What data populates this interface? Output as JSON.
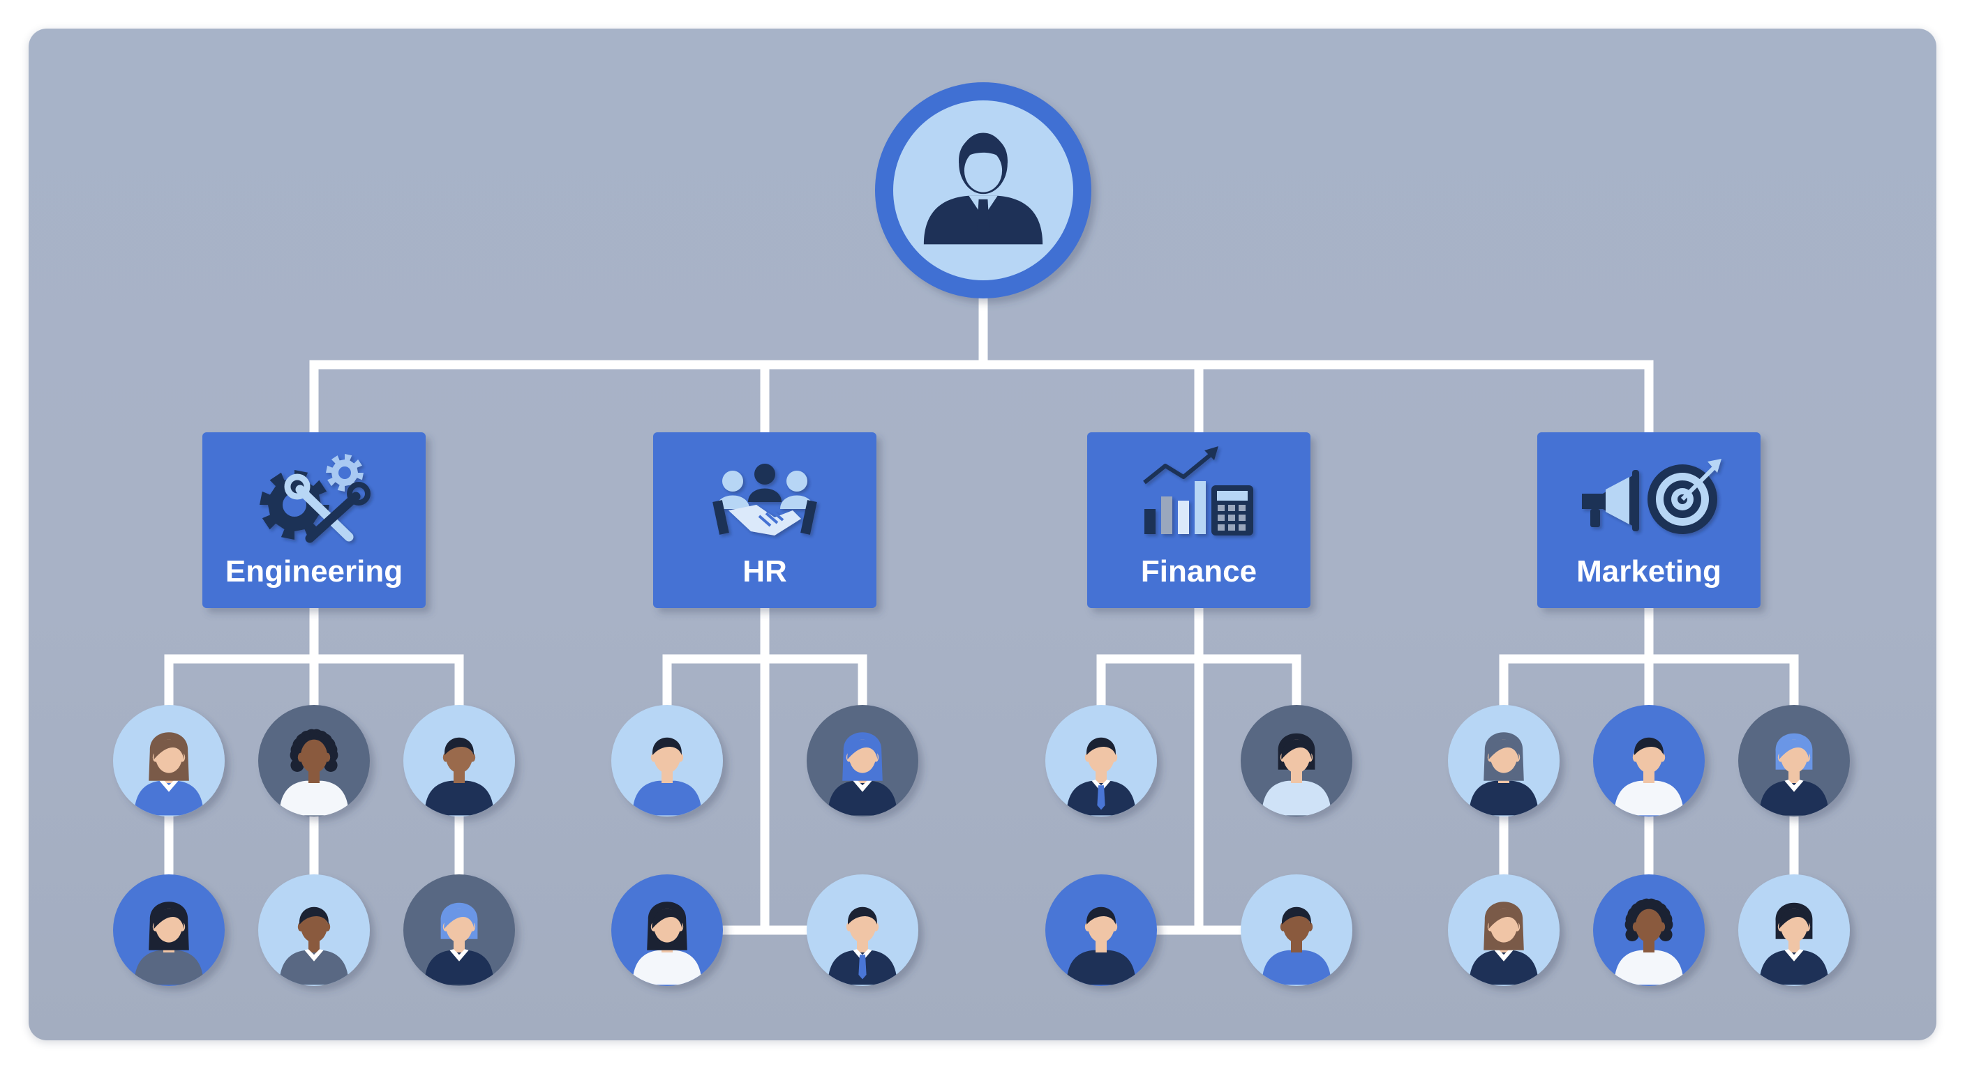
{
  "colors": {
    "background": "#a9b4c8",
    "connector": "#ffffff",
    "department_box": "#4472d4",
    "avatar_light": "#b7d6f5",
    "avatar_blue": "#4a76d6",
    "avatar_dark": "#596883",
    "icon_navy": "#1e3157"
  },
  "root": {
    "icon": "executive-avatar-icon"
  },
  "departments": [
    {
      "label": "Engineering",
      "icon": "gears-wrench-icon",
      "members": [
        {
          "bg": "light",
          "hair": "long",
          "hair_color": "#7a5a48",
          "skin": "#f0c5a6",
          "shirt": "#4a76d6",
          "collar": "white"
        },
        {
          "bg": "dark",
          "hair": "curly",
          "hair_color": "#1b2233",
          "skin": "#8a5a3e",
          "shirt": "#f4f7fb",
          "collar": "none"
        },
        {
          "bg": "light",
          "hair": "short",
          "hair_color": "#1b2233",
          "skin": "#9a6a4c",
          "shirt": "#1e3157",
          "collar": "none"
        },
        {
          "bg": "blue",
          "hair": "long",
          "hair_color": "#1b2233",
          "skin": "#f0c5a6",
          "shirt": "#596883",
          "collar": "none"
        },
        {
          "bg": "light",
          "hair": "short",
          "hair_color": "#1b2233",
          "skin": "#8a5a3e",
          "shirt": "#596883",
          "collar": "white"
        },
        {
          "bg": "dark",
          "hair": "bob",
          "hair_color": "#6a96e6",
          "skin": "#f0c5a6",
          "shirt": "#1e3157",
          "collar": "white"
        }
      ]
    },
    {
      "label": "HR",
      "icon": "handshake-team-icon",
      "members": [
        {
          "bg": "light",
          "hair": "short",
          "hair_color": "#1b2233",
          "skin": "#f0c5a6",
          "shirt": "#4a76d6",
          "collar": "none"
        },
        {
          "bg": "dark",
          "hair": "long",
          "hair_color": "#4a76d6",
          "skin": "#f0c5a6",
          "shirt": "#1e3157",
          "collar": "white"
        },
        {
          "bg": "blue",
          "hair": "long",
          "hair_color": "#1b2233",
          "skin": "#f0c5a6",
          "shirt": "#f4f7fb",
          "collar": "none"
        },
        {
          "bg": "light",
          "hair": "short",
          "hair_color": "#1b2233",
          "skin": "#f0c5a6",
          "shirt": "#1e3157",
          "collar": "tie"
        }
      ]
    },
    {
      "label": "Finance",
      "icon": "chart-calculator-icon",
      "members": [
        {
          "bg": "light",
          "hair": "short",
          "hair_color": "#1b2233",
          "skin": "#f0c5a6",
          "shirt": "#1e3157",
          "collar": "tie"
        },
        {
          "bg": "dark",
          "hair": "bob",
          "hair_color": "#1b2233",
          "skin": "#f0c5a6",
          "shirt": "#cfe2f7",
          "collar": "none"
        },
        {
          "bg": "blue",
          "hair": "short",
          "hair_color": "#1b2233",
          "skin": "#f0c5a6",
          "shirt": "#1e3157",
          "collar": "none"
        },
        {
          "bg": "light",
          "hair": "short",
          "hair_color": "#1b2233",
          "skin": "#8a5a3e",
          "shirt": "#4a76d6",
          "collar": "none"
        }
      ]
    },
    {
      "label": "Marketing",
      "icon": "megaphone-target-icon",
      "members": [
        {
          "bg": "light",
          "hair": "long",
          "hair_color": "#596883",
          "skin": "#f0c5a6",
          "shirt": "#1e3157",
          "collar": "none"
        },
        {
          "bg": "blue",
          "hair": "short",
          "hair_color": "#1b2233",
          "skin": "#f0c5a6",
          "shirt": "#f4f7fb",
          "collar": "none"
        },
        {
          "bg": "dark",
          "hair": "bob",
          "hair_color": "#6a96e6",
          "skin": "#f0c5a6",
          "shirt": "#1e3157",
          "collar": "white"
        },
        {
          "bg": "light",
          "hair": "long",
          "hair_color": "#7a5a48",
          "skin": "#f0c5a6",
          "shirt": "#1e3157",
          "collar": "white"
        },
        {
          "bg": "blue",
          "hair": "curly",
          "hair_color": "#1b2233",
          "skin": "#8a5a3e",
          "shirt": "#f4f7fb",
          "collar": "none"
        },
        {
          "bg": "light",
          "hair": "bob",
          "hair_color": "#1b2233",
          "skin": "#f0c5a6",
          "shirt": "#1e3157",
          "collar": "white"
        }
      ]
    }
  ]
}
